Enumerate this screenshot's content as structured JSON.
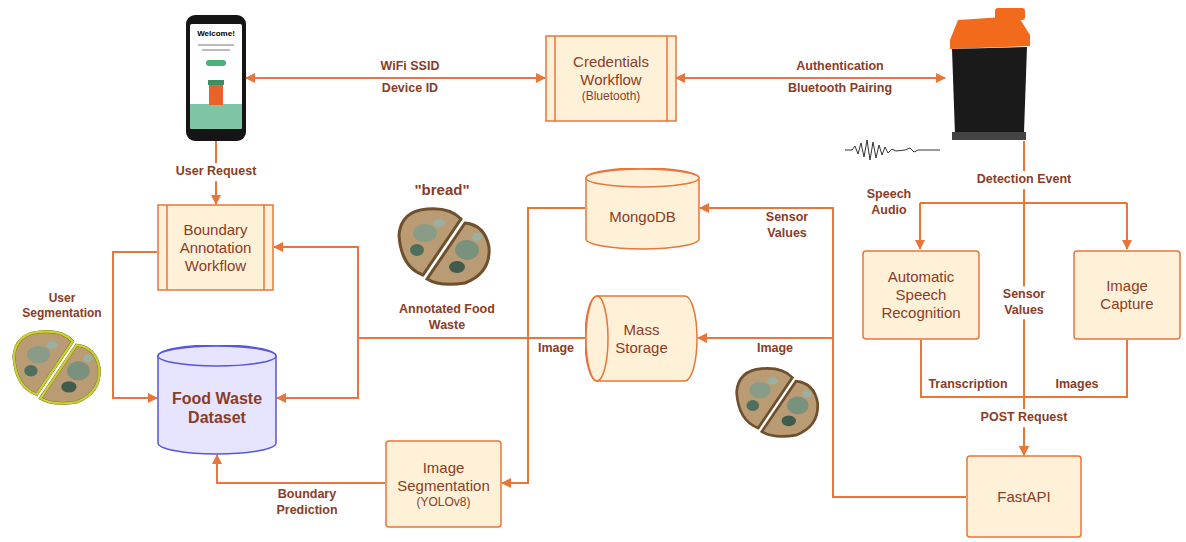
{
  "diagram": {
    "nodes": [
      {
        "text": [
          "Welcome!"
        ]
      },
      {
        "text": [
          "Credentials Workflow",
          "(Bluetooth)"
        ]
      },
      {
        "text": [
          "Boundary Annotation Workflow"
        ]
      },
      {
        "text": [
          "MongoDB"
        ]
      },
      {
        "text": [
          "Mass Storage"
        ]
      },
      {
        "text": [
          "Food Waste Dataset"
        ]
      },
      {
        "text": [
          "Automatic Speech Recognition"
        ]
      },
      {
        "text": [
          "Image Capture"
        ]
      },
      {
        "text": [
          "Image Segmentation",
          "(YOLOv8)"
        ]
      },
      {
        "text": [
          "FastAPI"
        ]
      }
    ],
    "edges": [
      {
        "from": 0,
        "to": 1,
        "arrow": "both",
        "label": "WiFi SSID"
      },
      {
        "from": 0,
        "to": 2,
        "arrow": "to",
        "label": "User Request"
      },
      {
        "from": 2,
        "to": 5,
        "arrow": "to",
        "label": "User Segmentation"
      },
      {
        "from": 3,
        "to": 2,
        "arrow": "to",
        "label": "Annotated Food Waste"
      },
      {
        "from": 3,
        "to": 5,
        "arrow": "to"
      },
      {
        "from": 4,
        "to": 8,
        "arrow": "to",
        "label": "Image"
      },
      {
        "from": 8,
        "to": 5,
        "arrow": "to",
        "label": "Boundary Prediction"
      },
      {
        "from": 9,
        "to": 3,
        "arrow": "to",
        "label": "Sensor Values"
      },
      {
        "from": 9,
        "to": 4,
        "arrow": "to",
        "label": "Image"
      },
      {
        "from": 6,
        "to": 9,
        "arrow": "to",
        "label": "Transcription"
      },
      {
        "from": 7,
        "to": 9,
        "arrow": "to",
        "label": "Images"
      }
    ],
    "labels": [
      "Device ID",
      "Authentication",
      "Bluetooth Pairing",
      "Detection Event",
      "Speech Audio",
      "Sensor Values",
      "POST Request",
      "\"bread\""
    ]
  }
}
